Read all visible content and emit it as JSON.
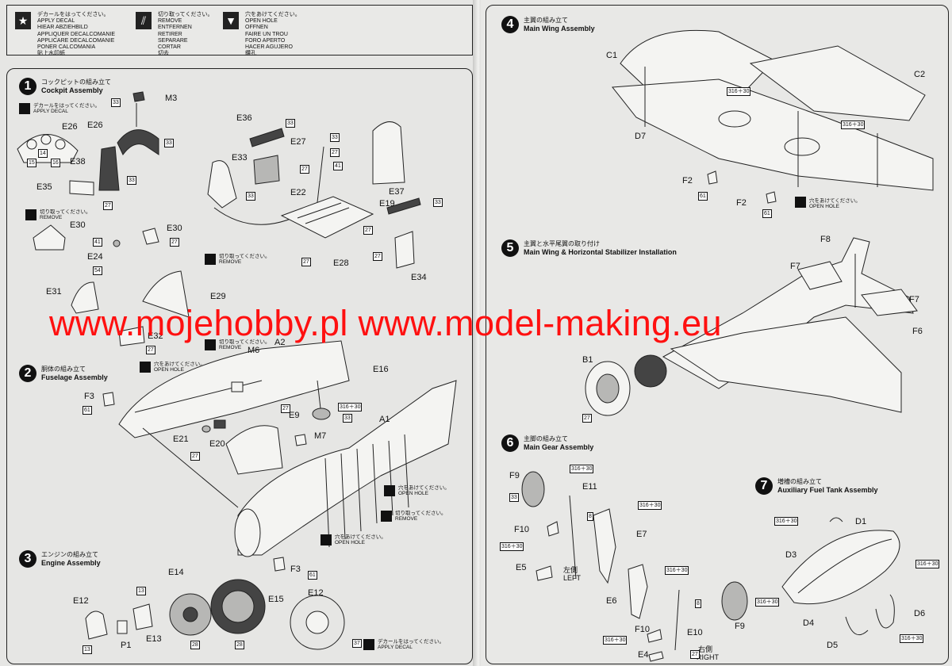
{
  "legend": [
    {
      "icon": "star-icon",
      "lines": [
        "デカールをはってください。",
        "APPLY DECAL",
        "HIEAR ABZIEHBILD",
        "APPLIQUER DECALCOMANIE",
        "APPLICARE DECALCOMANIE",
        "PONER CALCOMANIA",
        "貼上水印紙"
      ]
    },
    {
      "icon": "cut-icon",
      "lines": [
        "切り取ってください。",
        "REMOVE",
        "ENTFERNEN",
        "RETIRER",
        "SEPARARE",
        "CORTAR",
        "切去"
      ]
    },
    {
      "icon": "drill-icon",
      "lines": [
        "穴をあけてください。",
        "OPEN HOLE",
        "OFFNEN",
        "FAIRE UN TROU",
        "FORO APERTO",
        "HACER AGUJERO",
        "鑽孔"
      ]
    }
  ],
  "steps": [
    {
      "num": "1",
      "jp": "コックピットの組み立て",
      "en": "Cockpit Assembly"
    },
    {
      "num": "2",
      "jp": "胴体の組み立て",
      "en": "Fuselage Assembly"
    },
    {
      "num": "3",
      "jp": "エンジンの組み立て",
      "en": "Engine Assembly"
    },
    {
      "num": "4",
      "jp": "主翼の組み立て",
      "en": "Main Wing Assembly"
    },
    {
      "num": "5",
      "jp": "主翼と水平尾翼の取り付け",
      "en": "Main Wing & Horizontal Stabilizer Installation"
    },
    {
      "num": "6",
      "jp": "主脚の組み立て",
      "en": "Main Gear Assembly"
    },
    {
      "num": "7",
      "jp": "増槽の組み立て",
      "en": "Auxiliary Fuel Tank Assembly"
    }
  ],
  "instructions": {
    "apply_decal_jp": "デカールをはってください。",
    "apply_decal_en": "APPLY DECAL",
    "remove_jp": "切り取ってください。",
    "remove_en": "REMOVE",
    "open_hole_jp": "穴をあけてください。",
    "open_hole_en": "OPEN HOLE"
  },
  "part_labels": {
    "M3": "M3",
    "E26": "E26",
    "E38": "E38",
    "E35": "E35",
    "E36": "E36",
    "E33": "E33",
    "E27": "E27",
    "E22": "E22",
    "E37": "E37",
    "E19": "E19",
    "E28": "E28",
    "E34": "E34",
    "E30": "E30",
    "E30b": "E30",
    "E24": "E24",
    "E29": "E29",
    "E31": "E31",
    "E32": "E32",
    "A2": "A2",
    "M6": "M6",
    "E16": "E16",
    "F3": "F3",
    "E9": "E9",
    "A1": "A1",
    "M7": "M7",
    "E21": "E21",
    "E20": "E20",
    "F3b": "F3",
    "E14": "E14",
    "E15": "E15",
    "E12": "E12",
    "E12b": "E12",
    "P1": "P1",
    "E13": "E13",
    "C1": "C1",
    "C2": "C2",
    "D7": "D7",
    "F2": "F2",
    "F2b": "F2",
    "F8": "F8",
    "F7": "F7",
    "F7b": "F7",
    "F6": "F6",
    "B1": "B1",
    "F9": "F9",
    "E11": "E11",
    "F10": "F10",
    "E7": "E7",
    "E5": "E5",
    "E6": "E6",
    "F10b": "F10",
    "E4": "E4",
    "E10": "E10",
    "F9b": "F9",
    "D1": "D1",
    "D3": "D3",
    "D4": "D4",
    "D5": "D5",
    "D6": "D6",
    "E26d": "E26"
  },
  "side_labels": {
    "left_jp": "左側",
    "left_en": "LEFT",
    "right_jp": "右側",
    "right_en": "RIGHT"
  },
  "paint_codes": {
    "c33": "33",
    "c27": "27",
    "c41": "41",
    "c54": "54",
    "c61": "61",
    "c13": "13",
    "c28": "28",
    "c8": "8",
    "c37": "37",
    "c14": "14",
    "c15": "15",
    "c16": "16",
    "combo": "316＋30"
  },
  "watermark": "www.mojehobby.pl www.model-making.eu"
}
